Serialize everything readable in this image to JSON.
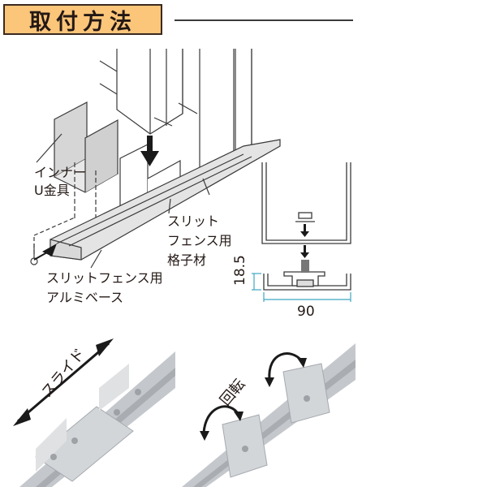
{
  "header": {
    "title": "取付方法"
  },
  "main_diagram": {
    "labels": {
      "inner_u_bracket_line1": "インナー",
      "inner_u_bracket_line2": "U金具",
      "lattice_line1": "スリット",
      "lattice_line2": "フェンス用",
      "lattice_line3": "格子材",
      "alumi_base_line1": "スリットフェンス用",
      "alumi_base_line2": "アルミベース"
    }
  },
  "section_diagram": {
    "height_dim": "18.5",
    "width_dim": "90",
    "dim_color": "#3fa7c4"
  },
  "photos": {
    "slide": {
      "label": "スライド"
    },
    "rotate": {
      "label": "回転"
    }
  },
  "colors": {
    "title_bg": "#fbc57a",
    "title_border": "#3a2a1e",
    "metal": "#c9ccd0",
    "metal_dark": "#9a9ea4",
    "arrow": "#1a1a1a"
  }
}
